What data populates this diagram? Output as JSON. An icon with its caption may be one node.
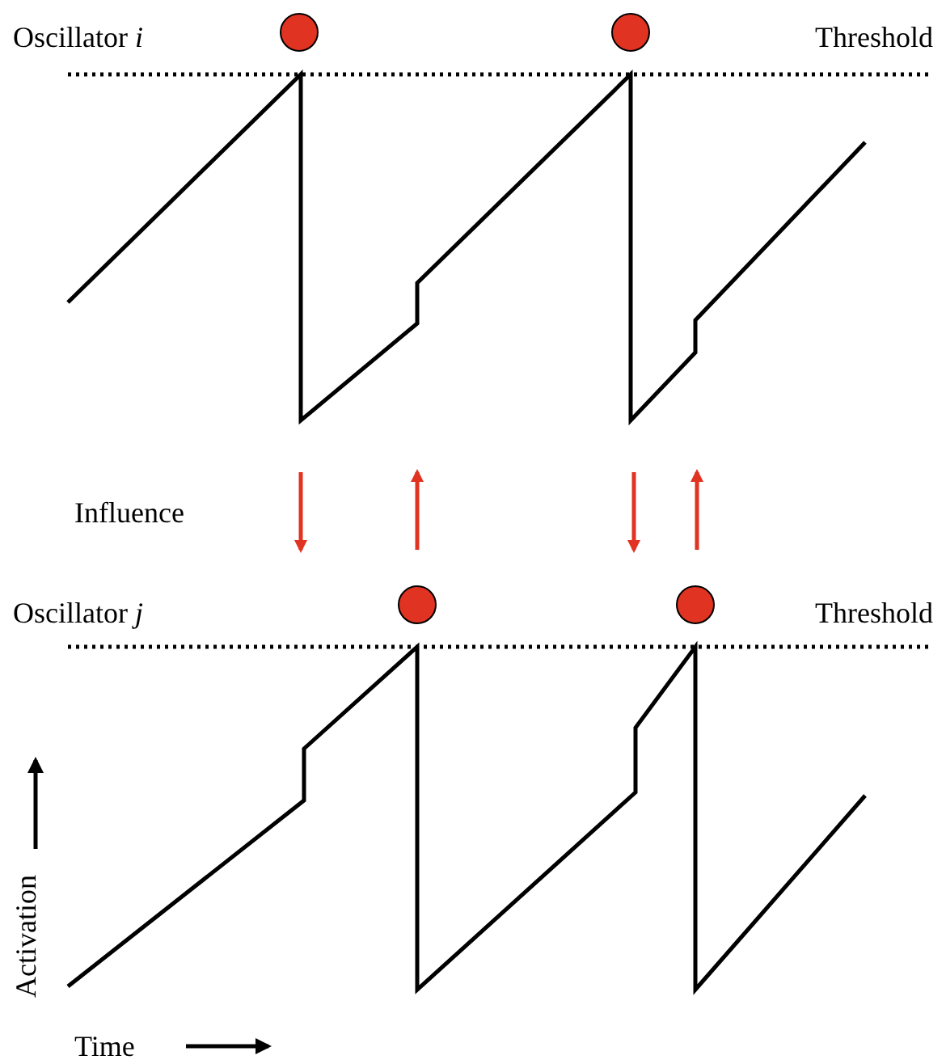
{
  "diagram": {
    "labels": [
      "Oscillator *i*",
      "Threshold",
      "Influence",
      "Oscillator *j*",
      "Threshold",
      "Activation",
      "Time"
    ]
  }
}
